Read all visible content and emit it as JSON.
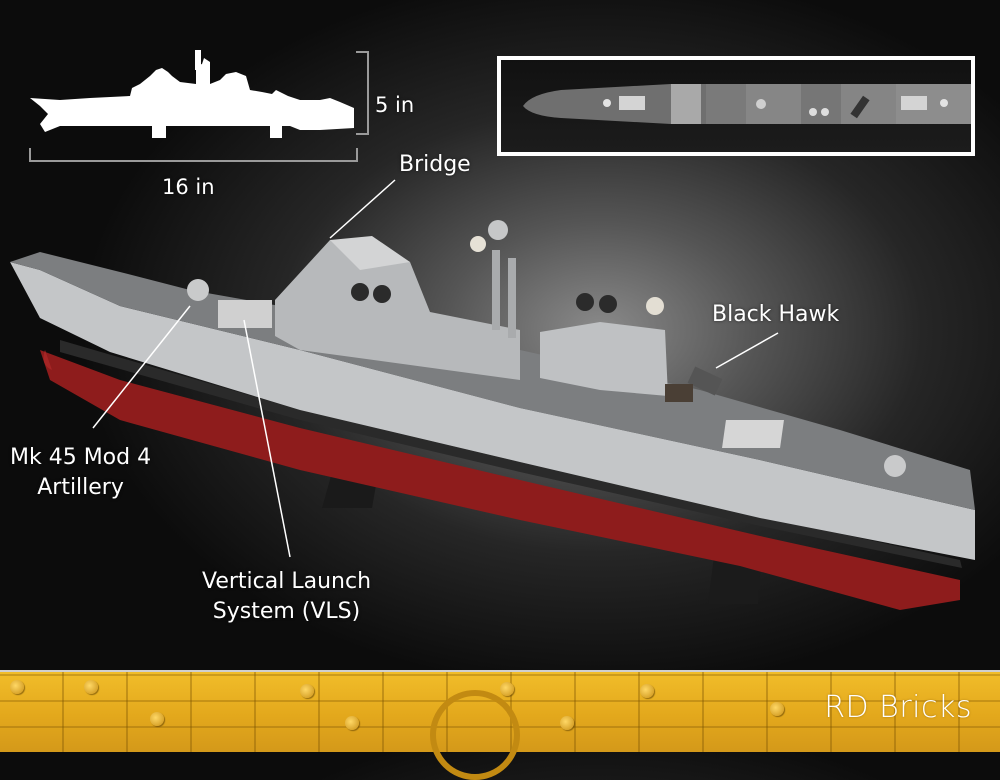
{
  "dimensions": {
    "height_label": "5 in",
    "length_label": "16 in"
  },
  "callouts": {
    "bridge": "Bridge",
    "black_hawk": "Black Hawk",
    "artillery_line1": "Mk 45 Mod 4",
    "artillery_line2": "Artillery",
    "vls_line1": "Vertical Launch",
    "vls_line2": "System (VLS)"
  },
  "footer": {
    "brand": "RD Bricks"
  },
  "colors": {
    "hull_red": "#8e1c1c",
    "hull_gray": "#c4c6c8",
    "deck_gray": "#7c7e80",
    "footer_yellow": "#e6ab1e",
    "frame_white": "#ffffff"
  }
}
